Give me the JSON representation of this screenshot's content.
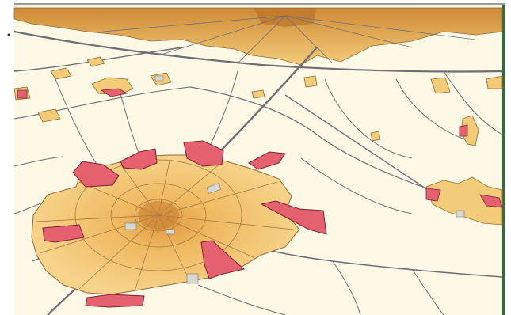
{
  "map": {
    "kind": "aerial perspective illustration of settlement pattern",
    "colors": {
      "background": "#fdf9e6",
      "urban_fill": "#f4cf7d",
      "urban_center": "#e7a24c",
      "urban_edge": "#8f6a32",
      "development_zone": "#e6616f",
      "development_edge": "#7a2430",
      "industrial_block": "#d8d8d2",
      "road": "#6e6e73",
      "horizon_dense": "#d79a45",
      "frame_green": "#2f6e3c"
    },
    "icons": [
      "city-center",
      "satellite-town",
      "development-zone",
      "road-network",
      "metropolis-horizon"
    ]
  }
}
